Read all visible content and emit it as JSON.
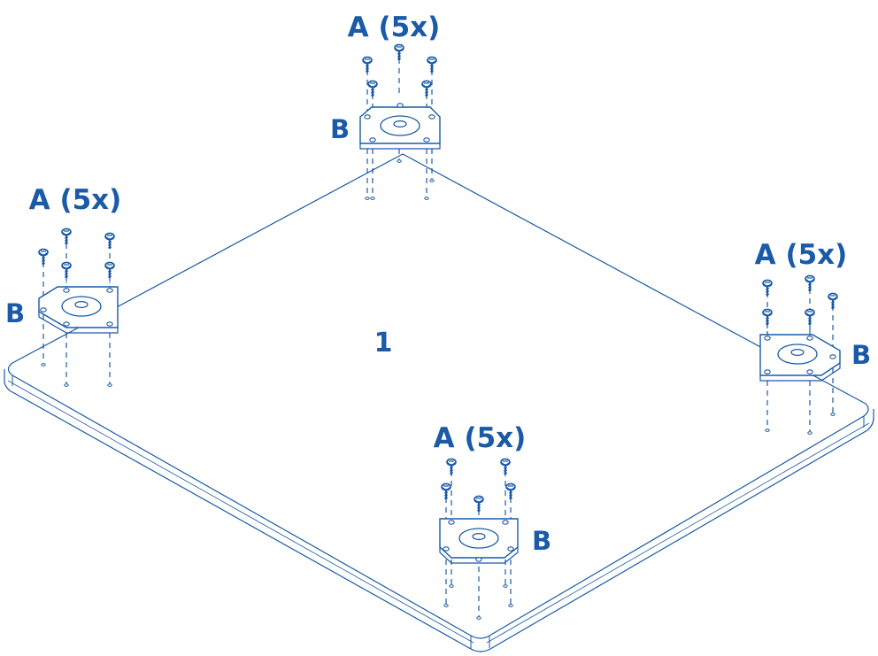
{
  "labels": {
    "screw_count_top": "A (5x)",
    "screw_count_left": "A (5x)",
    "screw_count_right": "A (5x)",
    "screw_count_bottom": "A (5x)",
    "plate_top": "B",
    "plate_left": "B",
    "plate_right": "B",
    "plate_bottom": "B",
    "part_number": "1"
  },
  "colors": {
    "label": "#1a5aa6",
    "line": "#1a5aa6",
    "background": "#ffffff"
  }
}
